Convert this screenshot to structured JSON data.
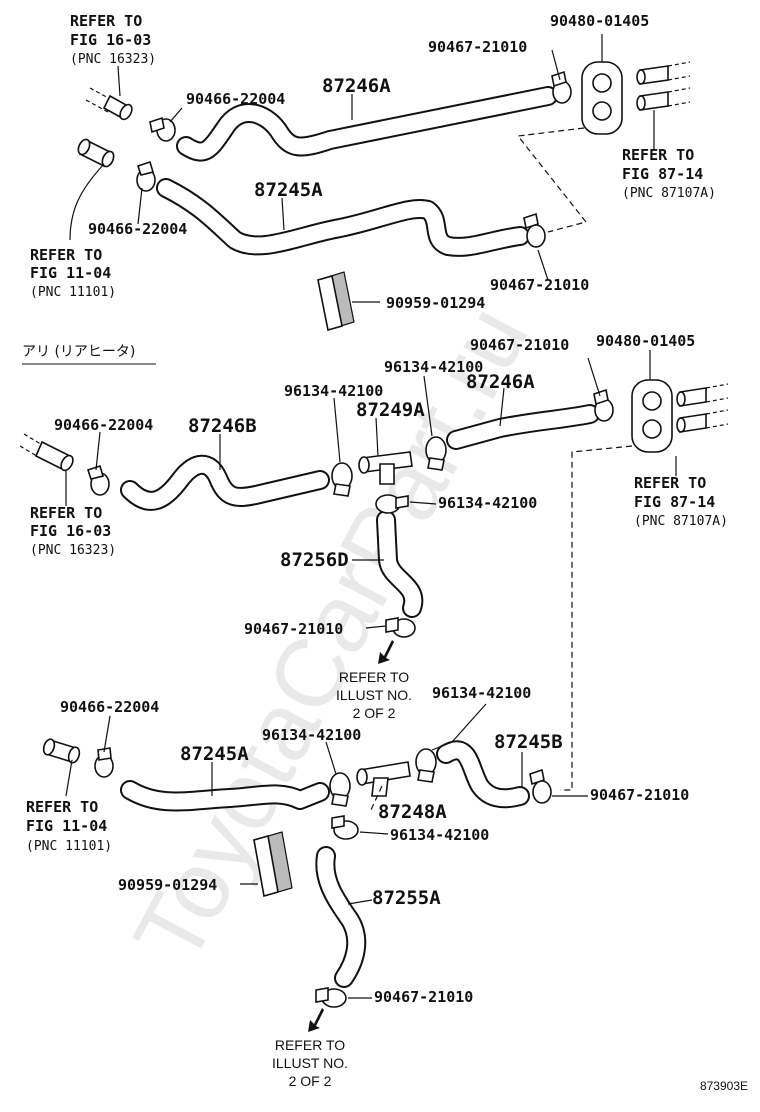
{
  "labels": {
    "refer_fig16_top": [
      "REFER TO",
      "FIG 16-03",
      "(PNC 16323)"
    ],
    "grommet_top": "90480-01405",
    "clamp_21010_a": "90467-21010",
    "clamp_22004_a": "90466-22004",
    "hose_87246A_top": "87246A",
    "hose_87245A_top": "87245A",
    "refer_fig87_top": [
      "REFER TO",
      "FIG 87-14",
      "(PNC 87107A)"
    ],
    "clamp_22004_b": "90466-22004",
    "refer_fig11_top": [
      "REFER TO",
      "FIG 11-04",
      "(PNC 11101)"
    ],
    "clamp_21010_b": "90467-21010",
    "cover_top": "90959-01294",
    "section_title": "アリ (リアヒータ)",
    "clamp_21010_c": "90467-21010",
    "grommet_mid": "90480-01405",
    "clamp_42100_a": "96134-42100",
    "clamp_42100_b": "96134-42100",
    "hose_87246A_mid": "87246A",
    "joint_87249A": "87249A",
    "clamp_22004_c": "90466-22004",
    "hose_87246B": "87246B",
    "refer_fig87_mid": [
      "REFER TO",
      "FIG 87-14",
      "(PNC 87107A)"
    ],
    "refer_fig16_mid": [
      "REFER TO",
      "FIG 16-03",
      "(PNC 16323)"
    ],
    "clamp_42100_c": "96134-42100",
    "hose_87256D": "87256D",
    "clamp_21010_d": "90467-21010",
    "refer_illust_mid": [
      "REFER TO",
      "ILLUST NO.",
      "2 OF 2"
    ],
    "clamp_42100_d": "96134-42100",
    "clamp_22004_d": "90466-22004",
    "hose_87245B": "87245B",
    "clamp_42100_e": "96134-42100",
    "hose_87245A_bot": "87245A",
    "refer_fig11_bot": [
      "REFER TO",
      "FIG 11-04",
      "(PNC 11101)"
    ],
    "clamp_21010_e": "90467-21010",
    "joint_87248A": "87248A",
    "clamp_42100_f": "96134-42100",
    "cover_bot": "90959-01294",
    "hose_87255A": "87255A",
    "clamp_21010_f": "90467-21010",
    "refer_illust_bot": [
      "REFER TO",
      "ILLUST NO.",
      "2 OF 2"
    ],
    "diagram_code": "873903E"
  },
  "watermark": "ToyotaCarPart.ru"
}
